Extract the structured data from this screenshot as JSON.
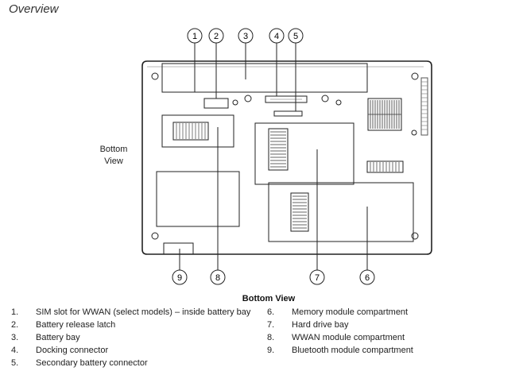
{
  "heading": "Overview",
  "view_label": [
    "Bottom",
    "View"
  ],
  "caption": "Bottom View",
  "callouts": [
    {
      "num": "1",
      "label": "SIM slot for WWAN (select models) – inside battery bay"
    },
    {
      "num": "2",
      "label": "Battery release latch"
    },
    {
      "num": "3",
      "label": "Battery bay"
    },
    {
      "num": "4",
      "label": "Docking connector"
    },
    {
      "num": "5",
      "label": "Secondary battery connector"
    },
    {
      "num": "6",
      "label": "Memory module compartment"
    },
    {
      "num": "7",
      "label": "Hard drive bay"
    },
    {
      "num": "8",
      "label": "WWAN module compartment"
    },
    {
      "num": "9",
      "label": "Bluetooth module compartment"
    }
  ],
  "legend_left": [
    {
      "num": "1.",
      "label": "SIM slot for WWAN (select models) – inside battery bay"
    },
    {
      "num": "2.",
      "label": "Battery release latch"
    },
    {
      "num": "3.",
      "label": "Battery bay"
    },
    {
      "num": "4.",
      "label": "Docking connector"
    },
    {
      "num": "5.",
      "label": "Secondary battery connector"
    }
  ],
  "legend_right": [
    {
      "num": "6.",
      "label": "Memory module compartment"
    },
    {
      "num": "7.",
      "label": "Hard drive bay"
    },
    {
      "num": "8.",
      "label": "WWAN module compartment"
    },
    {
      "num": "9.",
      "label": "Bluetooth module compartment"
    }
  ]
}
